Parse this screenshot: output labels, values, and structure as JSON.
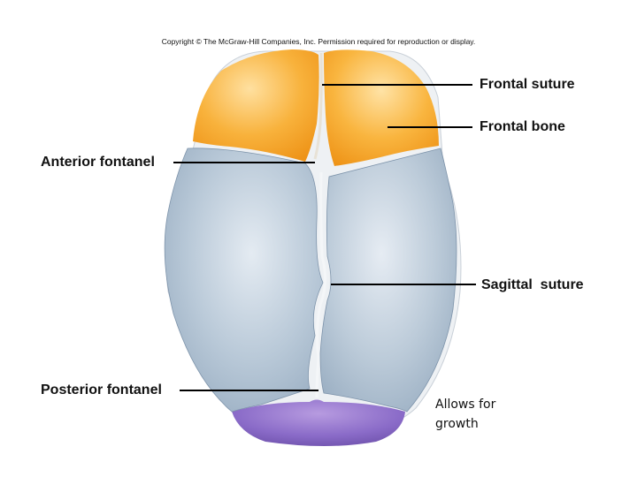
{
  "copyright": "Copyright © The McGraw-Hill Companies, Inc. Permission required for reproduction or display.",
  "labels": {
    "frontal_suture": "Frontal suture",
    "frontal_bone": "Frontal bone",
    "anterior_fontanel": "Anterior fontanel",
    "sagittal_suture": "Sagittal  suture",
    "posterior_fontanel": "Posterior fontanel"
  },
  "note": "Allows for growth",
  "colors": {
    "frontal_bone": "#f6a623",
    "parietal_bone": "#a9bccd",
    "occipital_bone": "#8a6bc0",
    "fontanel": "#eef1f4"
  }
}
